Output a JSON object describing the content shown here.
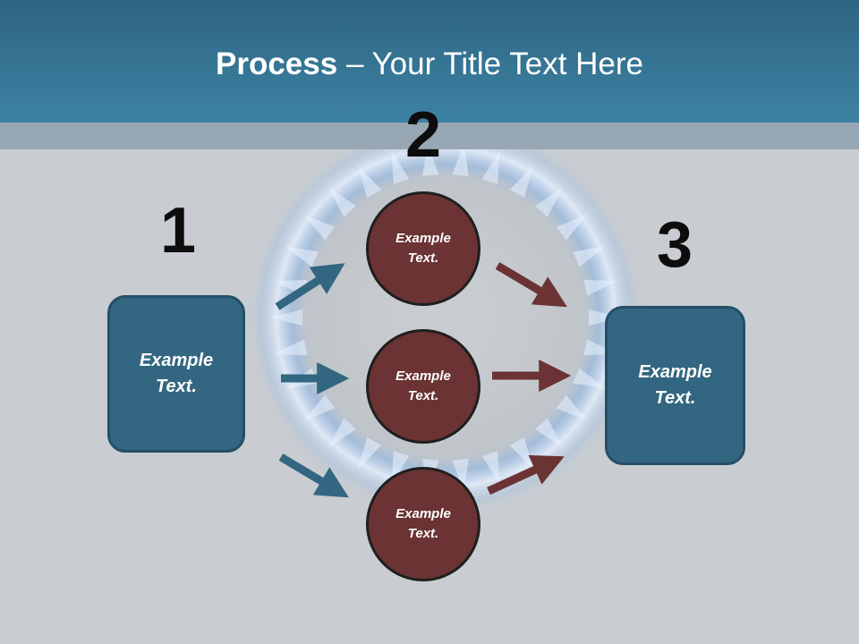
{
  "title": {
    "bold": "Process",
    "rest": " – Your Title Text Here"
  },
  "steps": {
    "one": "1",
    "two": "2",
    "three": "3"
  },
  "left_box": {
    "label": "Example\nText."
  },
  "right_box": {
    "label": "Example\nText."
  },
  "circles": [
    {
      "label": "Example\nText."
    },
    {
      "label": "Example\nText."
    },
    {
      "label": "Example\nText."
    }
  ],
  "colors": {
    "blue_arrow": "#336680",
    "red_arrow": "#6b3333",
    "box": "#336680",
    "circle": "#6b3333"
  }
}
